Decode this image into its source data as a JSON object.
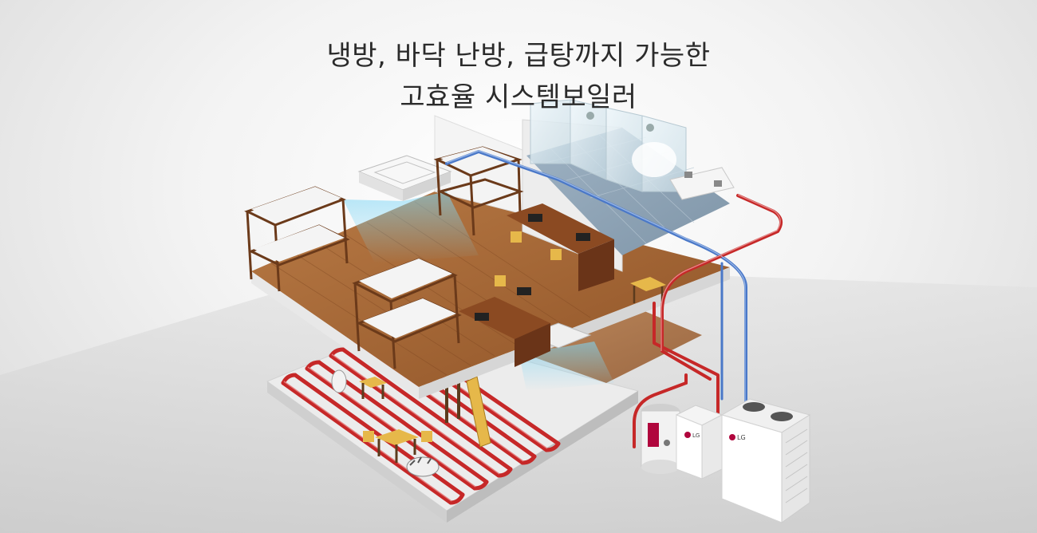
{
  "headline": {
    "line1": "냉방, 바닥 난방, 급탕까지 가능한",
    "line2": "고효율 시스템보일러"
  },
  "brand": {
    "logo_text": "LG",
    "logo_color": "#b0063d"
  },
  "colors": {
    "hot_pipe": "#c62828",
    "cold_pipe": "#4a78c8",
    "wood_floor": "#a8683a",
    "cool_air": "#7fd6f5"
  },
  "icons": [
    "ceiling-cassette-ac-icon",
    "bunk-bed-icon",
    "desk-icon",
    "shower-booth-icon",
    "hot-water-tank-icon",
    "hydro-unit-icon",
    "outdoor-unit-icon",
    "underfloor-heating-pipe-icon"
  ]
}
